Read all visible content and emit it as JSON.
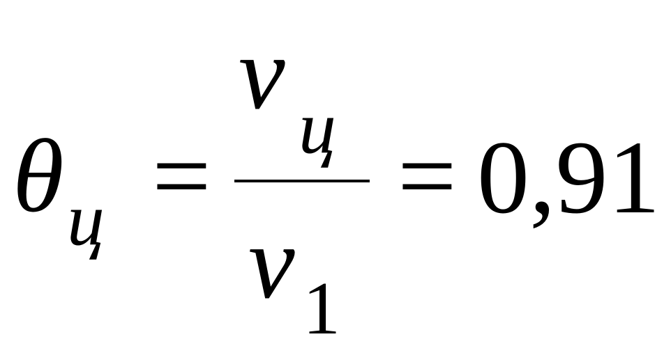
{
  "formula": {
    "lhs_symbol": "θ",
    "lhs_subscript": "ц",
    "equals": "=",
    "numerator_symbol": "v",
    "numerator_subscript": "ц",
    "denominator_symbol": "v",
    "denominator_subscript": "1",
    "result": "0,91"
  }
}
